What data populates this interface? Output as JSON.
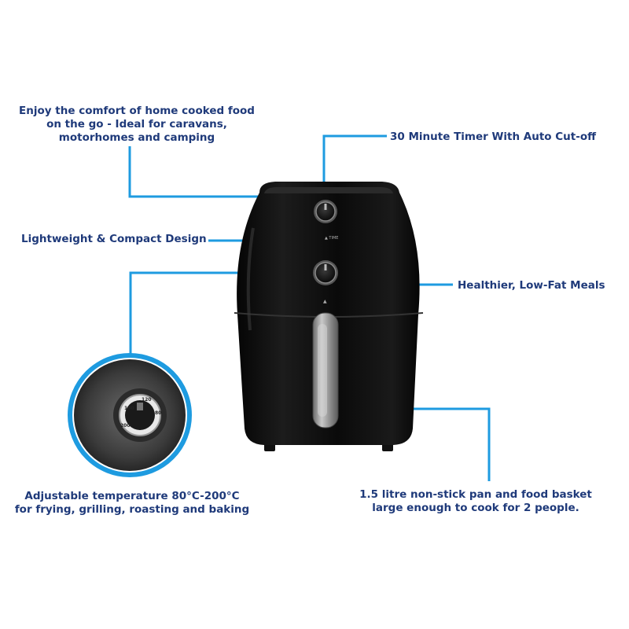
{
  "callouts": {
    "comfort": [
      "Enjoy the comfort of home cooked food",
      "on the go - Ideal for caravans,",
      "motorhomes and camping"
    ],
    "timer": [
      "30 Minute Timer With Auto Cut-off"
    ],
    "lightweight": [
      "Lightweight & Compact Design"
    ],
    "healthy": [
      "Healthier, Low-Fat Meals"
    ],
    "temperature": [
      "Adjustable temperature 80°C-200°C",
      "for frying, grilling, roasting and baking"
    ],
    "pan": [
      "1.5 litre non-stick pan and food basket",
      "large enough to cook for 2 people."
    ]
  },
  "colors": {
    "callout_text": "#1f3a7a",
    "leader_line": "#1e9be0",
    "body": "#0d0d0d",
    "handle": "#9a9a9a"
  },
  "icons": [
    "timer-dial-icon",
    "temperature-dial-icon"
  ]
}
